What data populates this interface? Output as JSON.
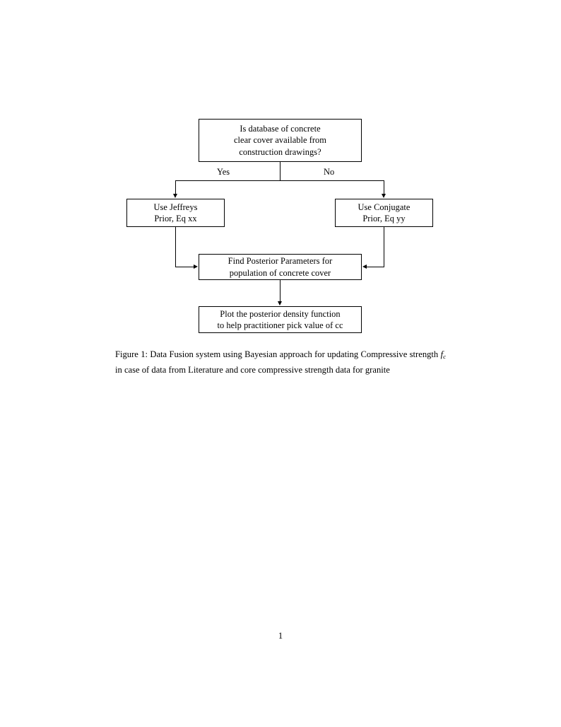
{
  "document": {
    "page_number": "1",
    "background_color": "#ffffff",
    "ink_color": "#000000"
  },
  "figure": {
    "type": "flowchart",
    "nodes": [
      {
        "id": "question",
        "shape": "rectangle",
        "lines": [
          "Is database of concrete",
          "clear cover available from",
          "construction drawings?"
        ]
      },
      {
        "id": "jeffreys",
        "shape": "rectangle",
        "lines": [
          "Use Jeffreys",
          "Prior, Eq xx"
        ]
      },
      {
        "id": "conjugate",
        "shape": "rectangle",
        "lines": [
          "Use Conjugate",
          "Prior, Eq yy"
        ]
      },
      {
        "id": "posterior",
        "shape": "rectangle",
        "lines": [
          "Find Posterior Parameters for",
          "population of concrete cover"
        ]
      },
      {
        "id": "plot",
        "shape": "rectangle",
        "lines": [
          "Plot the posterior density function",
          "to help practitioner pick value of cc"
        ]
      }
    ],
    "edges": [
      {
        "from": "question",
        "to": "jeffreys",
        "label": "Yes"
      },
      {
        "from": "question",
        "to": "conjugate",
        "label": "No"
      },
      {
        "from": "jeffreys",
        "to": "posterior",
        "label": ""
      },
      {
        "from": "conjugate",
        "to": "posterior",
        "label": ""
      },
      {
        "from": "posterior",
        "to": "plot",
        "label": ""
      }
    ],
    "labels": {
      "yes": "Yes",
      "no": "No"
    }
  },
  "caption": {
    "prefix": "Figure 1:",
    "part1": "Data Fusion system using Bayesian approach for updating Compressive strength",
    "symbol": "f",
    "symbol_subscript": "c",
    "part2": "in case of data from Literature and core compressive strength data for granite"
  }
}
